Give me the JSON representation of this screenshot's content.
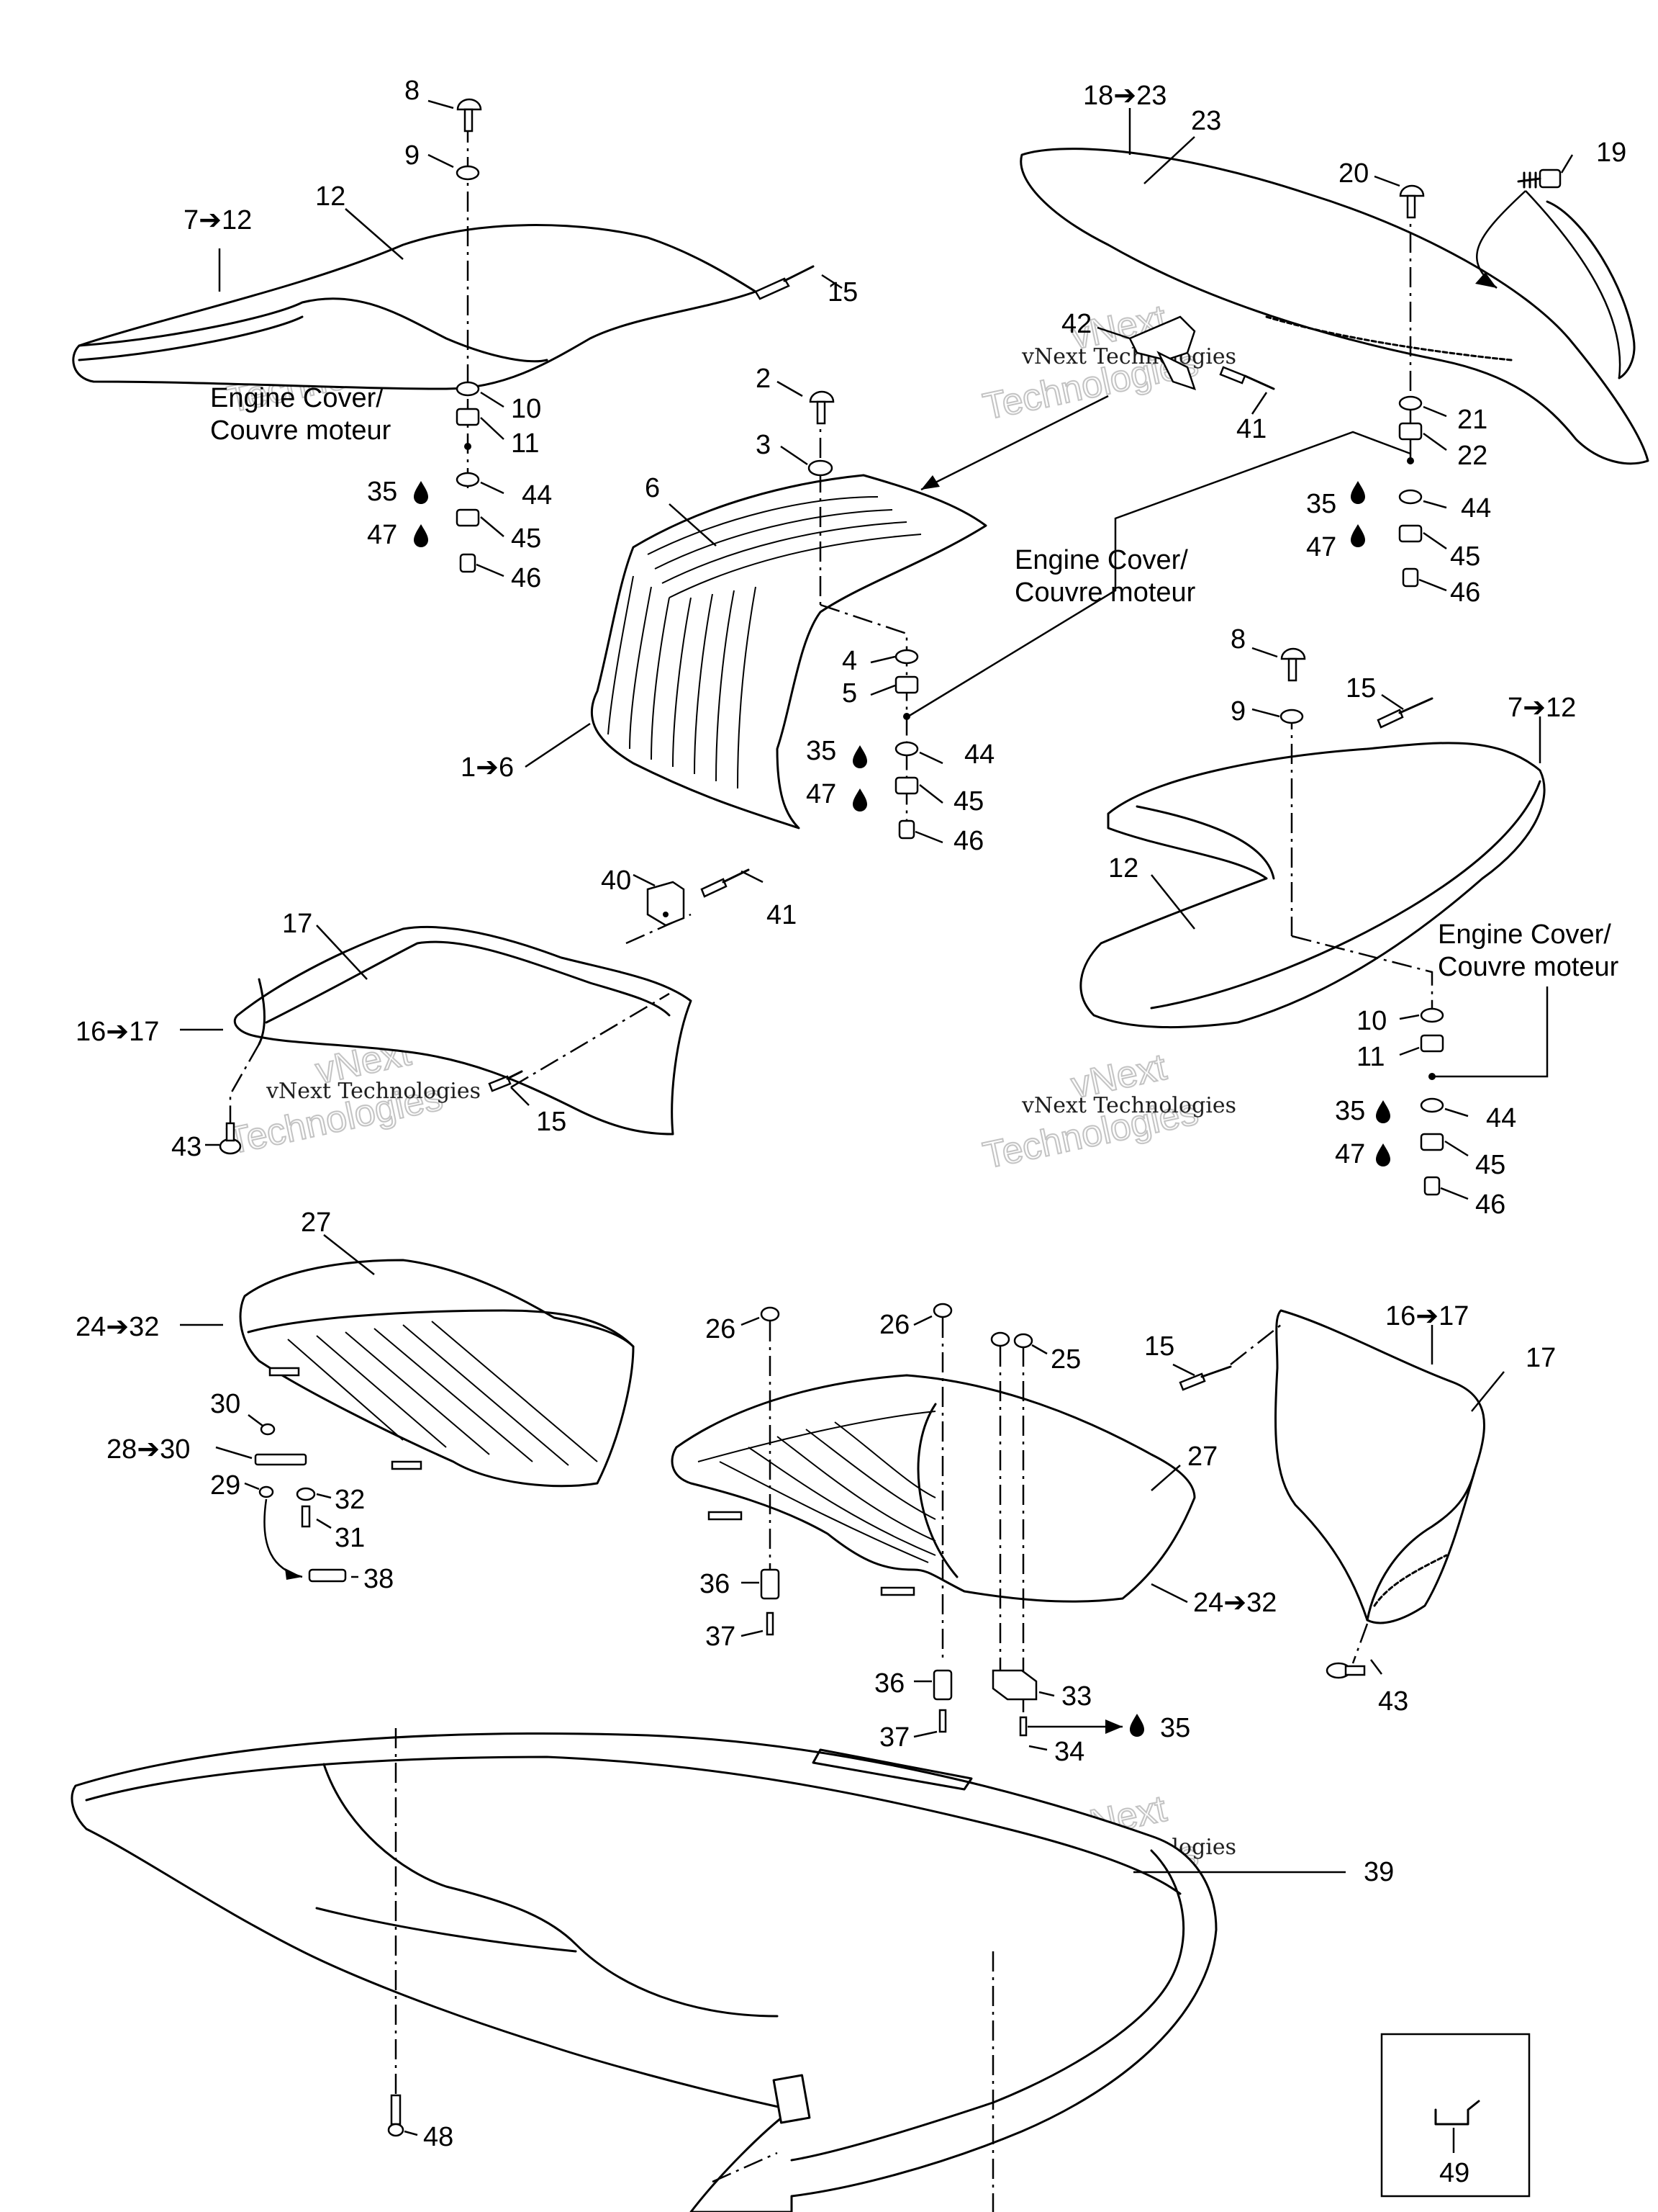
{
  "diagram": {
    "note": {
      "engine_cover_line1": "Engine Cover/",
      "engine_cover_line2": "Couvre moteur"
    },
    "watermark": {
      "company": "vNext Technologies",
      "outline_line1": "vNext",
      "outline_line2": "Technologies"
    },
    "labels": {
      "l8a": "8",
      "l9a": "9",
      "l7to12a": "7➔12",
      "l12a": "12",
      "l15a": "15",
      "l10a": "10",
      "l11a": "11",
      "l35a": "35",
      "l44a": "44",
      "l47a": "47",
      "l45a": "45",
      "l46a": "46",
      "l2": "2",
      "l3": "3",
      "l6": "6",
      "l1to6": "1➔6",
      "l4": "4",
      "l5": "5",
      "l35b": "35",
      "l44b": "44",
      "l47b": "47",
      "l45b": "45",
      "l46b": "46",
      "l18to23": "18➔23",
      "l23": "23",
      "l20": "20",
      "l19": "19",
      "l42": "42",
      "l41a": "41",
      "l21": "21",
      "l22": "22",
      "l35c": "35",
      "l44c": "44",
      "l47c": "47",
      "l45c": "45",
      "l46c": "46",
      "l8b": "8",
      "l9b": "9",
      "l15b": "15",
      "l7to12b": "7➔12",
      "l12b": "12",
      "l10b": "10",
      "l11b": "11",
      "l35d": "35",
      "l44d": "44",
      "l47d": "47",
      "l45d": "45",
      "l46d": "46",
      "l40": "40",
      "l41b": "41",
      "l17a": "17",
      "l16to17a": "16➔17",
      "l43a": "43",
      "l15c": "15",
      "l27a": "27",
      "l24to32a": "24➔32",
      "l30": "30",
      "l28to30": "28➔30",
      "l29": "29",
      "l32": "32",
      "l31": "31",
      "l38": "38",
      "l26a": "26",
      "l26b": "26",
      "l25": "25",
      "l27b": "27",
      "l36a": "36",
      "l37a": "37",
      "l24to32b": "24➔32",
      "l36b": "36",
      "l37b": "37",
      "l33": "33",
      "l35e": "35",
      "l34": "34",
      "l15d": "15",
      "l16to17b": "16➔17",
      "l17b": "17",
      "l43b": "43",
      "l39": "39",
      "l48": "48",
      "l49": "49"
    }
  }
}
